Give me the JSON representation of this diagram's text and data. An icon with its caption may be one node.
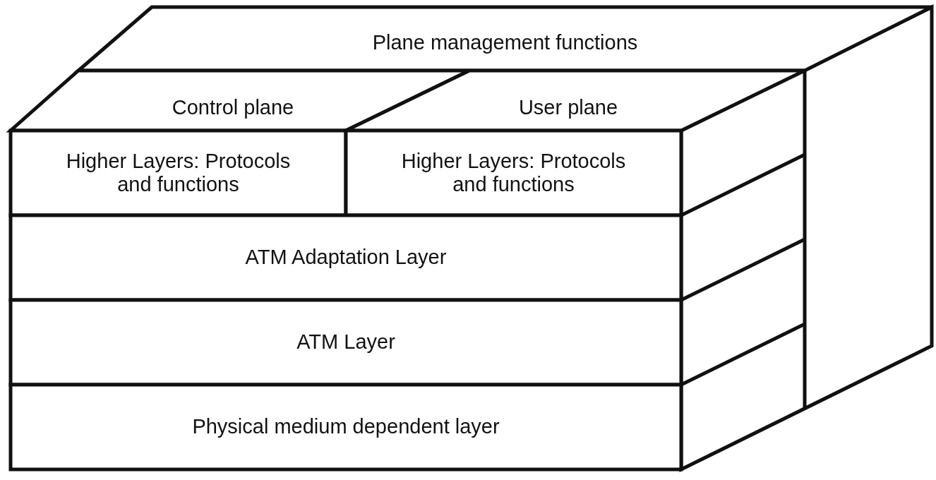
{
  "diagram": {
    "nodes": [
      {
        "text": [
          "Plane management functions"
        ]
      },
      {
        "text": [
          "Control plane"
        ]
      },
      {
        "text": [
          "User plane"
        ]
      },
      {
        "text": [
          "Higher Layers: Protocols and functions"
        ]
      },
      {
        "text": [
          "Higher Layers: Protocols and functions"
        ]
      },
      {
        "text": [
          "ATM Adaptation Layer"
        ]
      },
      {
        "text": [
          "ATM Layer"
        ]
      },
      {
        "text": [
          "Physical medium dependent layer"
        ]
      }
    ]
  }
}
